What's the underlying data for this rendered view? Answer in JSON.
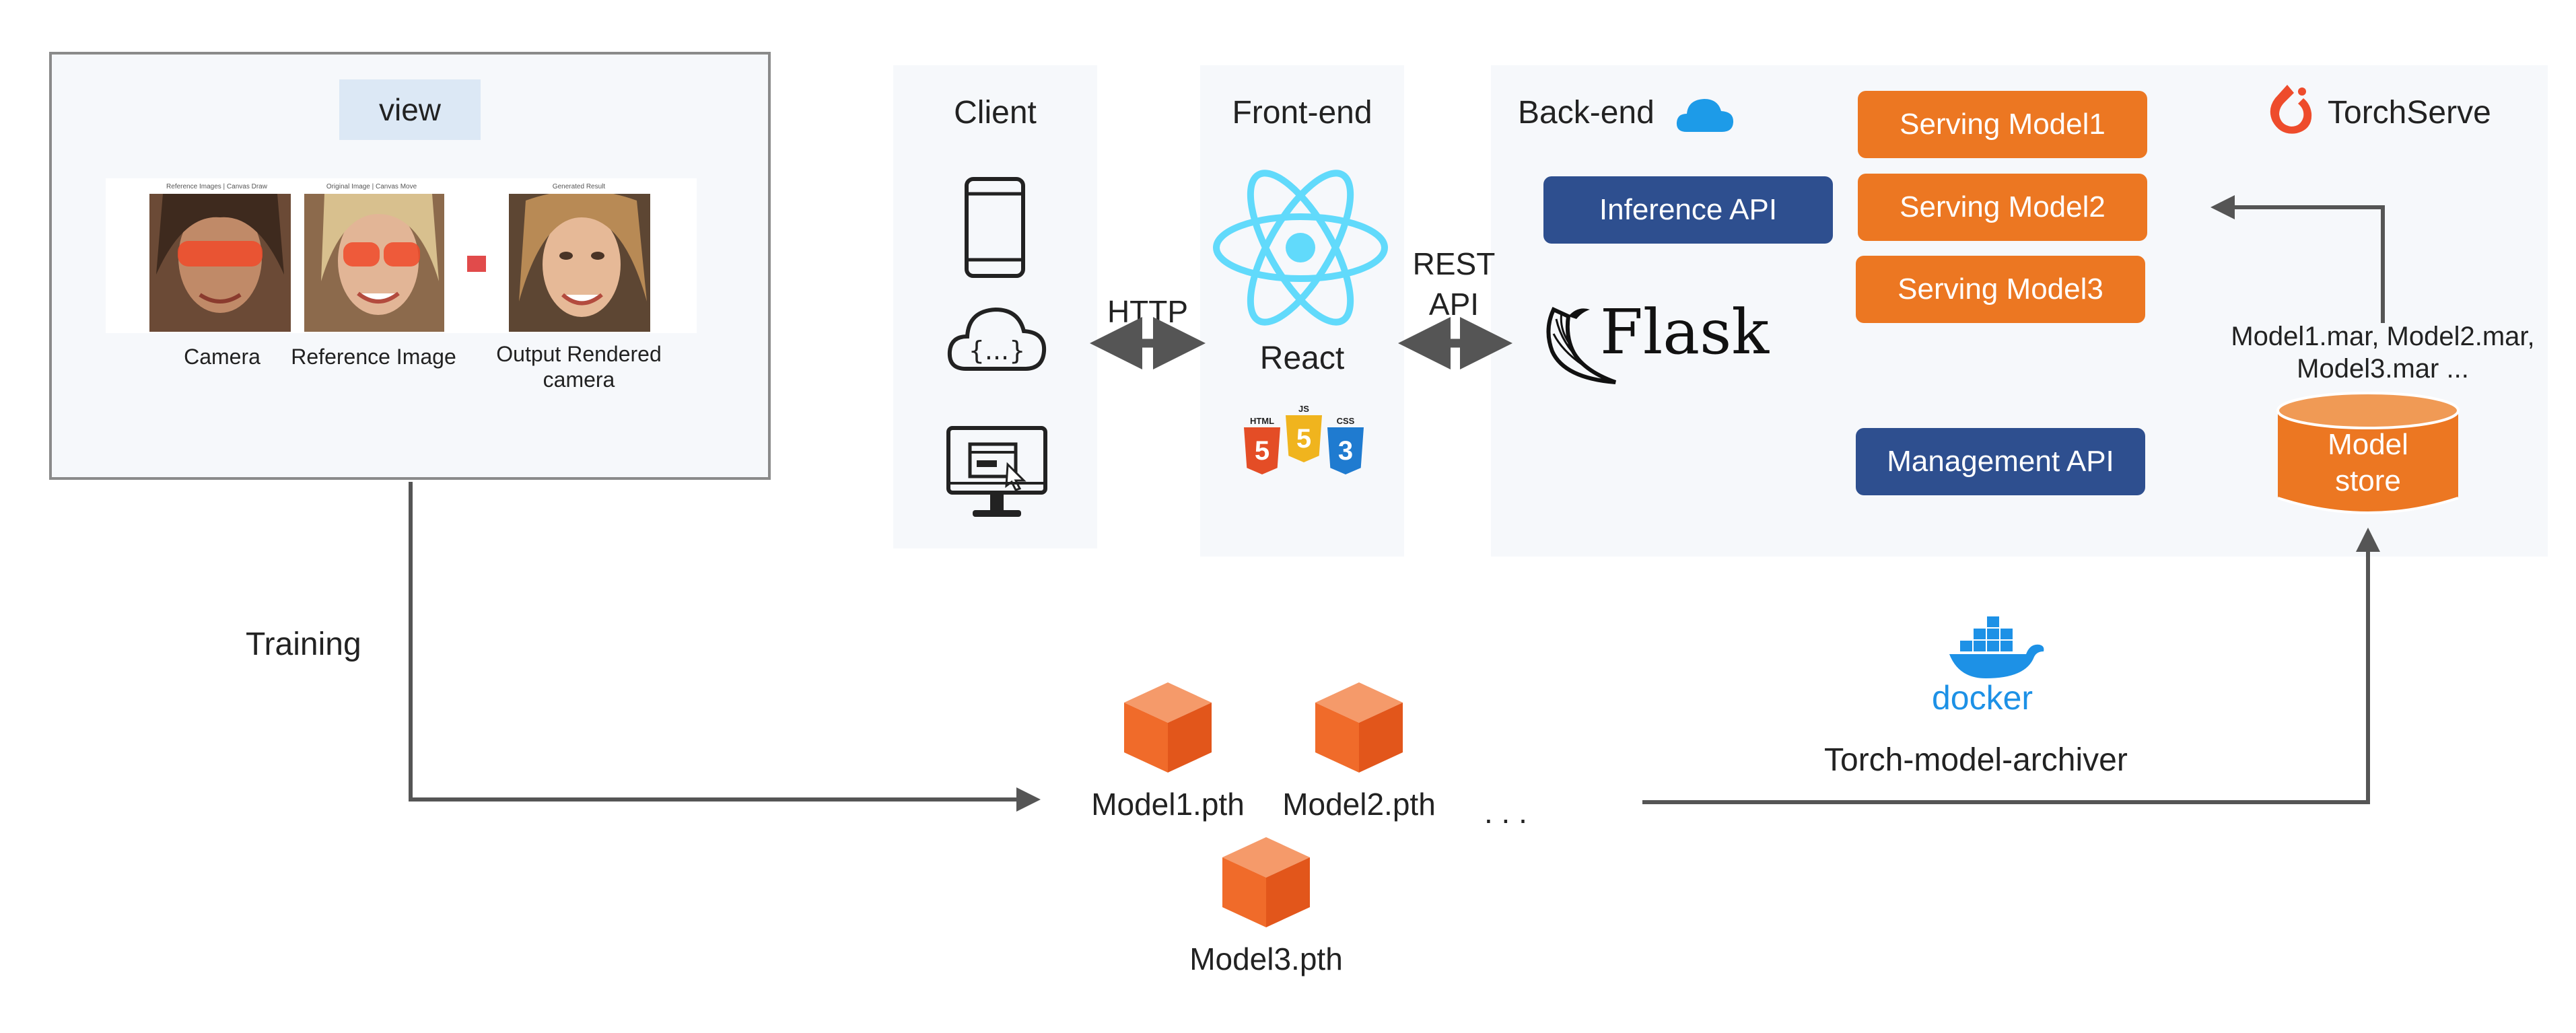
{
  "view_panel": {
    "title": "view",
    "image_headers": [
      "Reference Images | Canvas Draw",
      "Original Image | Canvas Move",
      "Generated Result"
    ],
    "captions": {
      "camera": "Camera",
      "reference": "Reference Image",
      "output_line1": "Output Rendered",
      "output_line2": "camera"
    }
  },
  "training_label": "Training",
  "client": {
    "title": "Client",
    "icons": [
      "smartphone-icon",
      "cloud-code-icon",
      "monitor-icon"
    ]
  },
  "http_label": "HTTP",
  "frontend": {
    "title": "Front-end",
    "framework": "React",
    "badges": [
      {
        "text": "HTML",
        "num": "5"
      },
      {
        "text": "JS",
        "num": "5"
      },
      {
        "text": "CSS",
        "num": "3"
      }
    ]
  },
  "rest_api_line1": "REST",
  "rest_api_line2": "API",
  "backend": {
    "title": "Back-end",
    "inference_api": "Inference API",
    "flask": "Flask",
    "management_api": "Management API",
    "serving_models": [
      "Serving Model1",
      "Serving Model2",
      "Serving Model3"
    ]
  },
  "torchserve": "TorchServe",
  "mar_line1": "Model1.mar, Model2.mar,",
  "mar_line2": "Model3.mar ...",
  "model_store_line1": "Model",
  "model_store_line2": "store",
  "docker_word": "docker",
  "archiver": "Torch-model-archiver",
  "models": [
    "Model1.pth",
    "Model2.pth",
    "Model3.pth"
  ],
  "ellipsis": ". . .",
  "colors": {
    "accent_orange": "#ec7722",
    "accent_blue": "#2e4f8f",
    "react": "#61dafb",
    "docker": "#1d91e6",
    "arrow": "#555555"
  }
}
